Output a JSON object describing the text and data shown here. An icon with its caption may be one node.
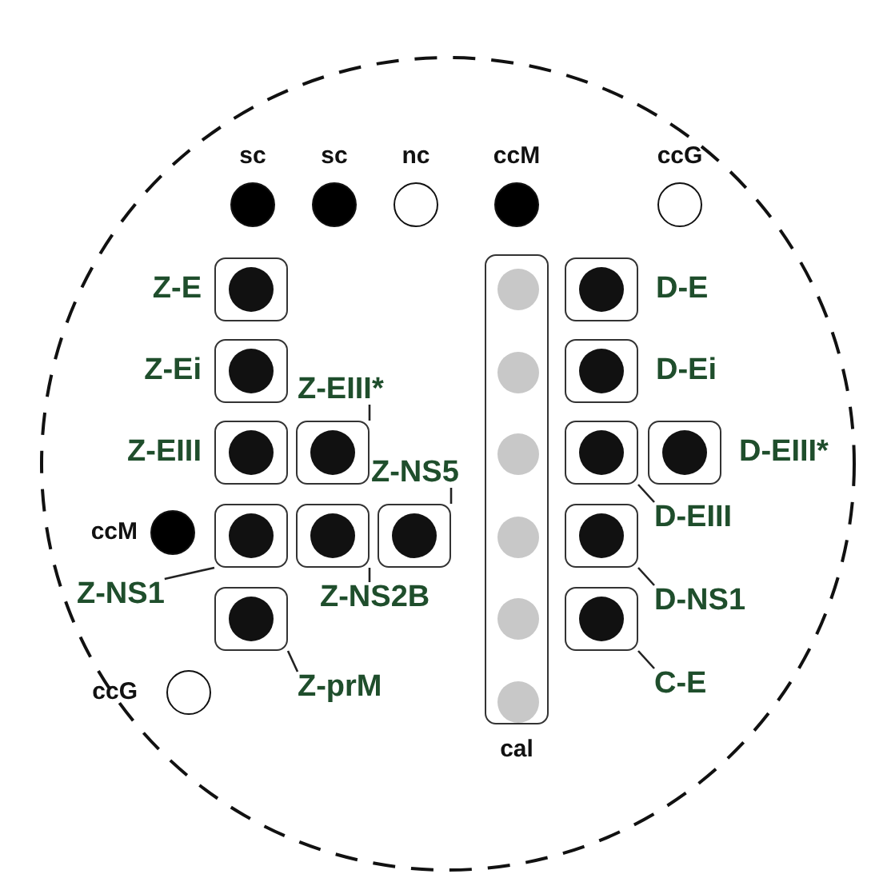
{
  "diagram": {
    "nodes": [
      {
        "text": [],
        "shape": "circle"
      },
      {
        "text": [],
        "shape": "circle",
        "beside": [
          "sc"
        ],
        "in": 0
      },
      {
        "text": [],
        "shape": "circle",
        "beside": [
          "sc"
        ],
        "in": 0
      },
      {
        "text": [],
        "shape": "circle",
        "beside": [
          "nc"
        ],
        "in": 0
      },
      {
        "text": [],
        "shape": "circle",
        "beside": [
          "ccM"
        ],
        "in": 0
      },
      {
        "text": [],
        "shape": "circle",
        "beside": [
          "ccG"
        ],
        "in": 0
      },
      {
        "text": [],
        "shape": "box",
        "beside": [
          "Z-E"
        ],
        "in": 0
      },
      {
        "text": [
          "cal"
        ],
        "in": 0
      },
      {
        "text": [],
        "shape": "box",
        "beside": [
          "D-E"
        ],
        "in": 0
      },
      {
        "text": [],
        "shape": "box",
        "beside": [
          "Z-Ei"
        ],
        "in": 0
      },
      {
        "text": [],
        "shape": "box",
        "beside": [
          "D-Ei"
        ],
        "in": 0
      },
      {
        "text": [
          "Z-EIII*"
        ],
        "in": 0
      },
      {
        "text": [],
        "shape": "box",
        "beside": [
          "Z-EIII"
        ],
        "in": 0
      },
      {
        "text": [],
        "shape": "box",
        "in": 0
      },
      {
        "text": [],
        "shape": "box",
        "in": 0
      },
      {
        "text": [],
        "shape": "box",
        "beside": [
          "D-EIII*"
        ],
        "in": 0
      },
      {
        "text": [
          "Z-NS5"
        ],
        "in": 0
      },
      {
        "text": [
          "D-EIII"
        ],
        "in": 0
      },
      {
        "text": [],
        "shape": "circle",
        "beside": [
          "ccM"
        ],
        "in": 0
      },
      {
        "text": [],
        "shape": "box",
        "in": 0
      },
      {
        "text": [],
        "shape": "box",
        "in": 0
      },
      {
        "text": [],
        "shape": "box",
        "in": 0
      },
      {
        "text": [],
        "shape": "box",
        "in": 0
      },
      {
        "text": [
          "Z-NS1"
        ],
        "in": 0
      },
      {
        "text": [
          "Z-NS2B"
        ],
        "in": 0
      },
      {
        "text": [
          "D-NS1"
        ],
        "in": 0
      },
      {
        "text": [],
        "shape": "box",
        "in": 0
      },
      {
        "text": [],
        "shape": "box",
        "in": 0
      },
      {
        "text": [
          "Z-prM"
        ],
        "in": 0
      },
      {
        "text": [
          "C-E"
        ],
        "in": 0
      },
      {
        "text": [],
        "shape": "circle",
        "beside": [
          "ccG"
        ],
        "in": 0
      }
    ],
    "edges": [
      {
        "from": 11,
        "to": 13,
        "arrow": "none"
      },
      {
        "from": 16,
        "to": 21,
        "arrow": "none"
      },
      {
        "from": 17,
        "to": 14,
        "arrow": "none"
      },
      {
        "from": 23,
        "to": 19,
        "arrow": "none"
      },
      {
        "from": 24,
        "to": 20,
        "arrow": "none"
      },
      {
        "from": 25,
        "to": 22,
        "arrow": "none"
      },
      {
        "from": 28,
        "to": 26,
        "arrow": "none"
      },
      {
        "from": 29,
        "to": 27,
        "arrow": "none"
      }
    ]
  }
}
